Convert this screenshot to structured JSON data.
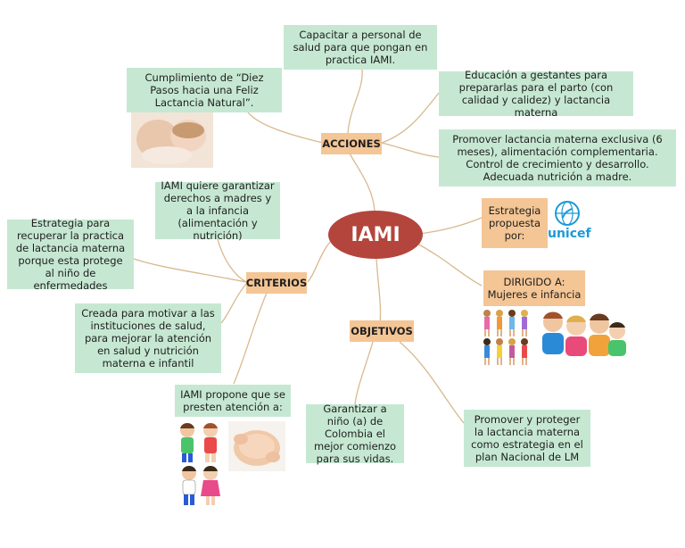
{
  "center": {
    "label": "IAMI"
  },
  "branches": {
    "acciones": "ACCIONES",
    "criterios": "CRITERIOS",
    "objetivos": "OBJETIVOS",
    "estrategia": "Estrategia propuesta por:",
    "dirigido": "DIRIGIDO A:\nMujeres e infancia"
  },
  "acciones_items": {
    "capacitar": "Capacitar a personal de salud para que pongan en practica IAMI.",
    "diez_pasos": "Cumplimiento de “Diez Pasos hacia una Feliz Lactancia Natural”.",
    "educacion": "Educación a gestantes para prepararlas para el parto (con calidad y calidez) y lactancia materna",
    "promover": "Promover lactancia materna exclusiva (6 meses), alimentación complementaria. Control de crecimiento y desarrollo. Adecuada nutrición a madre."
  },
  "criterios_items": {
    "garantizar": "IAMI quiere garantizar derechos a madres y a la infancia (alimentación y nutrición)",
    "estrategia_recuperar": "Estrategia para recuperar la practica de lactancia materna porque esta protege al niño de enfermedades",
    "creada": "Creada para motivar a las instituciones de salud, para mejorar la atención en salud y nutrición materna e infantil",
    "propone": "IAMI propone que se presten atención a:"
  },
  "objetivos_items": {
    "garantizar_nino": "Garantizar a niño (a) de Colombia el mejor comienzo para sus vidas.",
    "promover_proteger": "Promover y proteger la lactancia materna como estrategia en el plan Nacional de LM"
  },
  "logo": {
    "text": "unicef"
  },
  "colors": {
    "box": "#c6e8d2",
    "tag": "#f4c595",
    "center": "#b4453d",
    "line": "#d9b98f"
  }
}
